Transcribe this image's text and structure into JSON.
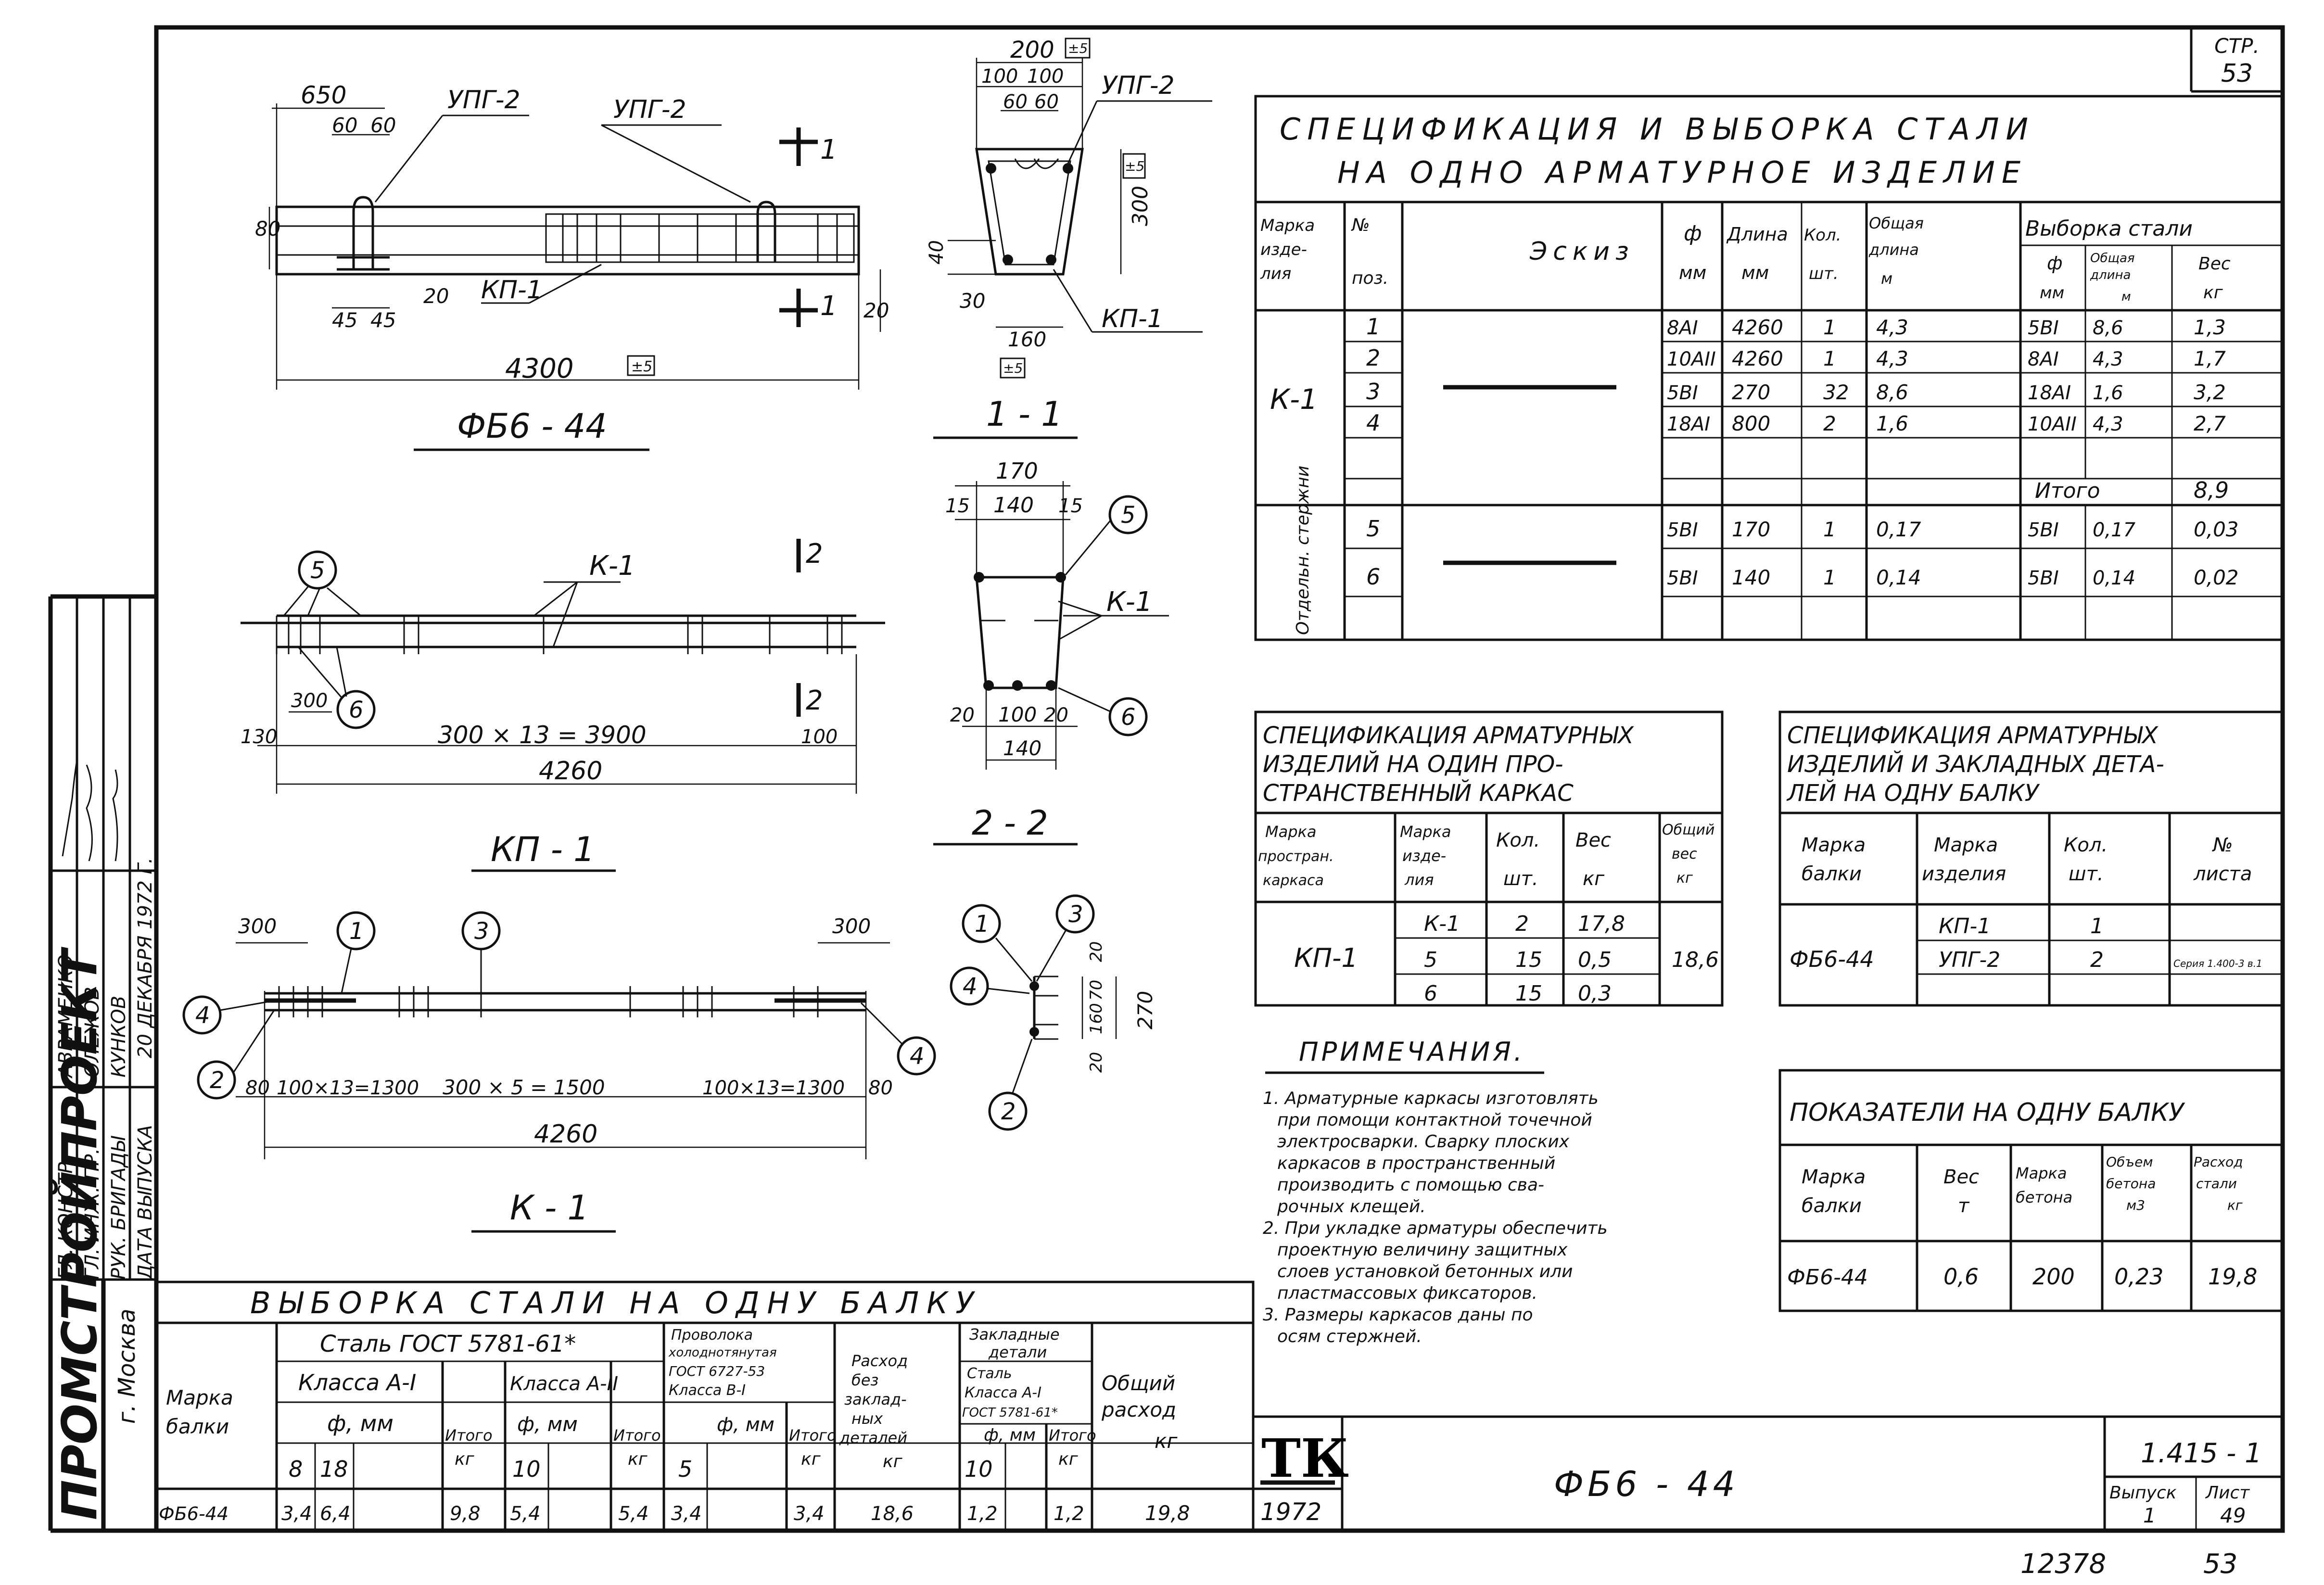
{
  "sheet": {
    "page_number_label": "СТР.",
    "page_number": "53",
    "org_name": "ПРОМСТРОЙПРОЕКТ",
    "city": "г. Москва",
    "bottom_number": "12378",
    "bottom_page": "53"
  },
  "stamp": {
    "roles": [
      "ГЛ. КОНСТР.",
      "ГЛ. ИНЖ. ПР.",
      "РУК. БРИГАДЫ",
      "ДАТА ВЫПУСКА"
    ],
    "names": [
      "АВРАМЕНКО",
      "ОЛЕЖОВ",
      "КУНКОВ",
      "20 ДЕКАБРЯ 1972 Г."
    ]
  },
  "title_block": {
    "logo": "ТК",
    "year": "1972",
    "title": "ФБ6 - 44",
    "series": "1.415 - 1",
    "issue_label": "Выпуск",
    "issue": "1",
    "sheet_label": "Лист",
    "sheet": "49"
  },
  "drawings": {
    "fb": {
      "caption": "ФБ6 - 44",
      "labels": [
        "УПГ-2",
        "УПГ-2",
        "КП-1",
        "1",
        "1"
      ],
      "dims": [
        "650",
        "60",
        "60",
        "80",
        "20",
        "45",
        "45",
        "4300",
        "20",
        "±5"
      ]
    },
    "s11": {
      "caption": "1 - 1",
      "labels": [
        "УПГ-2",
        "КП-1"
      ],
      "dims": [
        "200",
        "100",
        "100",
        "60",
        "60",
        "300",
        "40",
        "30",
        "160",
        "±5",
        "±5",
        "±5"
      ]
    },
    "kp": {
      "caption": "КП - 1",
      "labels": [
        "5",
        "6",
        "К-1",
        "2",
        "2"
      ],
      "dims": [
        "300",
        "130",
        "300 × 13 = 3900",
        "100",
        "4260"
      ]
    },
    "s22": {
      "caption": "2 - 2",
      "labels": [
        "5",
        "6",
        "К-1"
      ],
      "dims": [
        "170",
        "15",
        "140",
        "15",
        "20",
        "100",
        "20",
        "140"
      ]
    },
    "k1": {
      "caption": "К - 1",
      "labels": [
        "1",
        "3",
        "4",
        "4",
        "2"
      ],
      "dims": [
        "300",
        "300",
        "80",
        "100×13=1300",
        "300 × 5 = 1500",
        "100×13=1300",
        "80",
        "4260"
      ]
    },
    "k1sec": {
      "labels": [
        "1",
        "3",
        "4",
        "2"
      ],
      "dims": [
        "20",
        "70",
        "160",
        "20",
        "270"
      ]
    }
  },
  "spec_main": {
    "title1": "СПЕЦИФИКАЦИЯ И ВЫБОРКА СТАЛИ",
    "title2": "НА ОДНО АРМАТУРНОЕ ИЗДЕЛИЕ",
    "headers": {
      "mark": "Марка изде- лия",
      "pos": "№ поз.",
      "sketch": "Эскиз",
      "d": "ф мм",
      "len": "Длина мм",
      "qty": "Кол. шт.",
      "total_len": "Общая длина м",
      "selection": "Выборка стали",
      "sel_d": "ф мм",
      "sel_len": "Общая длина м",
      "weight": "Вес кг"
    },
    "groups": [
      {
        "mark": "К-1",
        "rows": [
          {
            "pos": "1",
            "d": "8АI",
            "len": "4260",
            "qty": "1",
            "total": "4,3",
            "sd": "5ВI",
            "slen": "8,6",
            "w": "1,3"
          },
          {
            "pos": "2",
            "d": "10АII",
            "len": "4260",
            "qty": "1",
            "total": "4,3",
            "sd": "8АI",
            "slen": "4,3",
            "w": "1,7"
          },
          {
            "pos": "3",
            "d": "5ВI",
            "len": "270",
            "qty": "32",
            "total": "8,6",
            "sd": "18АI",
            "slen": "1,6",
            "w": "3,2"
          },
          {
            "pos": "4",
            "d": "18АI",
            "len": "800",
            "qty": "2",
            "total": "1,6",
            "sd": "10АII",
            "slen": "4,3",
            "w": "2,7"
          }
        ]
      },
      {
        "mark": "Отдельн. стержни",
        "rows": [
          {
            "pos": "5",
            "d": "5ВI",
            "len": "170",
            "qty": "1",
            "total": "0,17",
            "sd": "5ВI",
            "slen": "0,17",
            "w": "0,03"
          },
          {
            "pos": "6",
            "d": "5ВI",
            "len": "140",
            "qty": "1",
            "total": "0,14",
            "sd": "5ВI",
            "slen": "0,14",
            "w": "0,02"
          }
        ]
      }
    ],
    "total_label": "Итого",
    "total": "8,9"
  },
  "spec_kp": {
    "title": [
      "СПЕЦИФИКАЦИЯ АРМАТУРНЫХ",
      "ИЗДЕЛИЙ НА ОДИН ПРО-",
      "СТРАНСТВЕННЫЙ КАРКАС"
    ],
    "headers": [
      "Марка простран. каркаса",
      "Марка изде- лия",
      "Кол. шт.",
      "Вес кг",
      "Общий вес кг"
    ],
    "mark": "КП-1",
    "rows": [
      {
        "item": "К-1",
        "qty": "2",
        "w": "17,8"
      },
      {
        "item": "5",
        "qty": "15",
        "w": "0,5"
      },
      {
        "item": "6",
        "qty": "15",
        "w": "0,3"
      }
    ],
    "total": "18,6"
  },
  "spec_beam": {
    "title": [
      "СПЕЦИФИКАЦИЯ АРМАТУРНЫХ",
      "ИЗДЕЛИЙ И ЗАКЛАДНЫХ ДЕТА-",
      "ЛЕЙ НА ОДНУ БАЛКУ"
    ],
    "headers": [
      "Марка балки",
      "Марка изделия",
      "Кол. шт.",
      "№ листа"
    ],
    "mark": "ФБ6-44",
    "rows": [
      {
        "item": "КП-1",
        "qty": "1",
        "sheet": ""
      },
      {
        "item": "УПГ-2",
        "qty": "2",
        "sheet": "Серия 1.400-3 в.1"
      }
    ]
  },
  "indicators": {
    "title": "ПОКАЗАТЕЛИ НА ОДНУ БАЛКУ",
    "headers": [
      "Марка балки",
      "Вес т",
      "Марка бетона",
      "Объем бетона м3",
      "Расход стали кг"
    ],
    "row": [
      "ФБ6-44",
      "0,6",
      "200",
      "0,23",
      "19,8"
    ]
  },
  "notes": {
    "title": "ПРИМЕЧАНИЯ.",
    "lines": [
      "1. Арматурные каркасы изготовлять",
      "при помощи контактной точечной",
      "электросварки. Сварку плоских",
      "каркасов в пространственный",
      "производить с помощью сва-",
      "рочных клещей.",
      "2. При укладке арматуры обеспечить",
      "проектную величину защитных",
      "слоев установкой бетонных или",
      "пластмассовых фиксаторов.",
      "3. Размеры каркасов даны по",
      "осям стержней."
    ]
  },
  "selection": {
    "title": "ВЫБОРКА СТАЛИ НА ОДНУ БАЛКУ",
    "mark_header": "Марка балки",
    "steel": "Сталь ГОСТ 5781-61*",
    "class1": "Класса А-I",
    "class2": "Класса А-II",
    "wire": [
      "Проволока",
      "холоднотянутая",
      "ГОСТ 6727-53",
      "Класса В-I"
    ],
    "no_emb": [
      "Расход",
      "без",
      "заклад-",
      "ных",
      "деталей"
    ],
    "emb": [
      "Закладные",
      "детали"
    ],
    "emb_steel": [
      "Сталь",
      "Класса А-I",
      "ГОСТ 5781-61*"
    ],
    "total_header": [
      "Общий",
      "расход"
    ],
    "phi": "ф, мм",
    "itogo": "Итого",
    "kg": "кг",
    "d_vals": [
      "8",
      "18",
      "10",
      "5",
      "10"
    ],
    "row": [
      "ФБ6-44",
      "3,4",
      "6,4",
      "9,8",
      "5,4",
      "5,4",
      "3,4",
      "3,4",
      "18,6",
      "1,2",
      "1,2",
      "19,8"
    ]
  }
}
